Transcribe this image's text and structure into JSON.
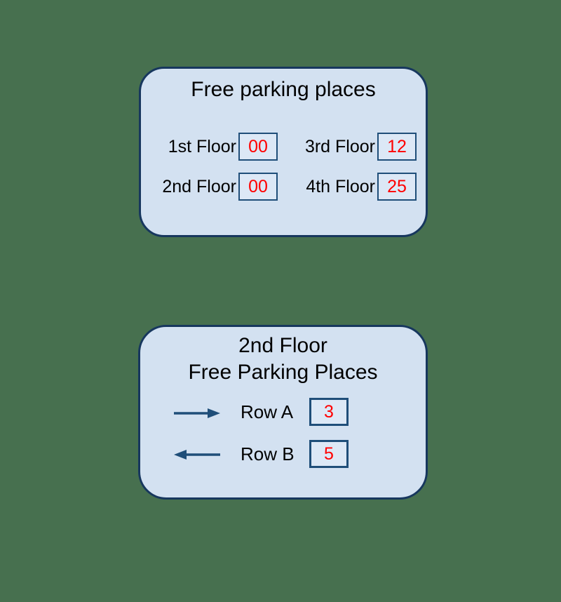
{
  "colors": {
    "background": "#47704f",
    "panel_fill": "#d3e1f1",
    "panel_border": "#17375e",
    "value_box_fill": "#dce8f6",
    "value_box_border": "#1f4e79",
    "value_text": "#ff0000",
    "label_text": "#000000",
    "arrow": "#1f4e79"
  },
  "summary_panel": {
    "title": "Free parking places",
    "floors": [
      {
        "label": "1st Floor",
        "value": "00"
      },
      {
        "label": "2nd Floor",
        "value": "00"
      },
      {
        "label": "3rd Floor",
        "value": "12"
      },
      {
        "label": "4th Floor",
        "value": "25"
      }
    ]
  },
  "detail_panel": {
    "title_line1": "2nd Floor",
    "title_line2": "Free Parking Places",
    "rows": [
      {
        "label": "Row A",
        "value": "3",
        "direction": "right"
      },
      {
        "label": "Row B",
        "value": "5",
        "direction": "left"
      }
    ]
  }
}
